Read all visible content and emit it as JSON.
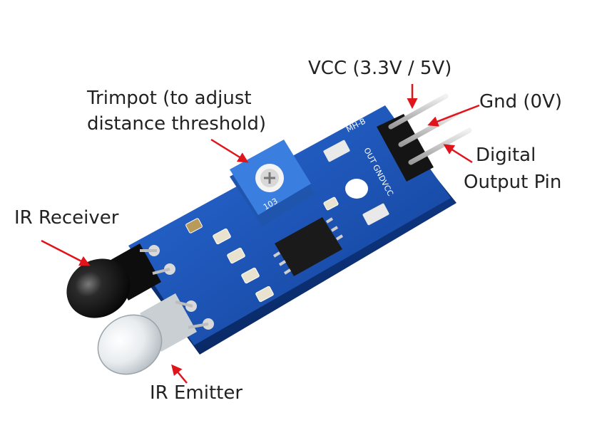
{
  "labels": {
    "vcc": "VCC (3.3V / 5V)",
    "trimpot_line1": "Trimpot (to adjust",
    "trimpot_line2": "distance threshold)",
    "gnd": "Gnd (0V)",
    "digital_line1": "Digital",
    "digital_line2": "Output Pin",
    "ir_receiver": "IR Receiver",
    "ir_emitter": "IR Emitter"
  },
  "board_marks": {
    "model": "MH-B",
    "pins": "OUT GNDVCC",
    "trimpot_code": "103"
  },
  "colors": {
    "board": "#1b56b8",
    "trimpot": "#2f6fd0",
    "arrow": "#e0141b",
    "text": "#222222"
  }
}
